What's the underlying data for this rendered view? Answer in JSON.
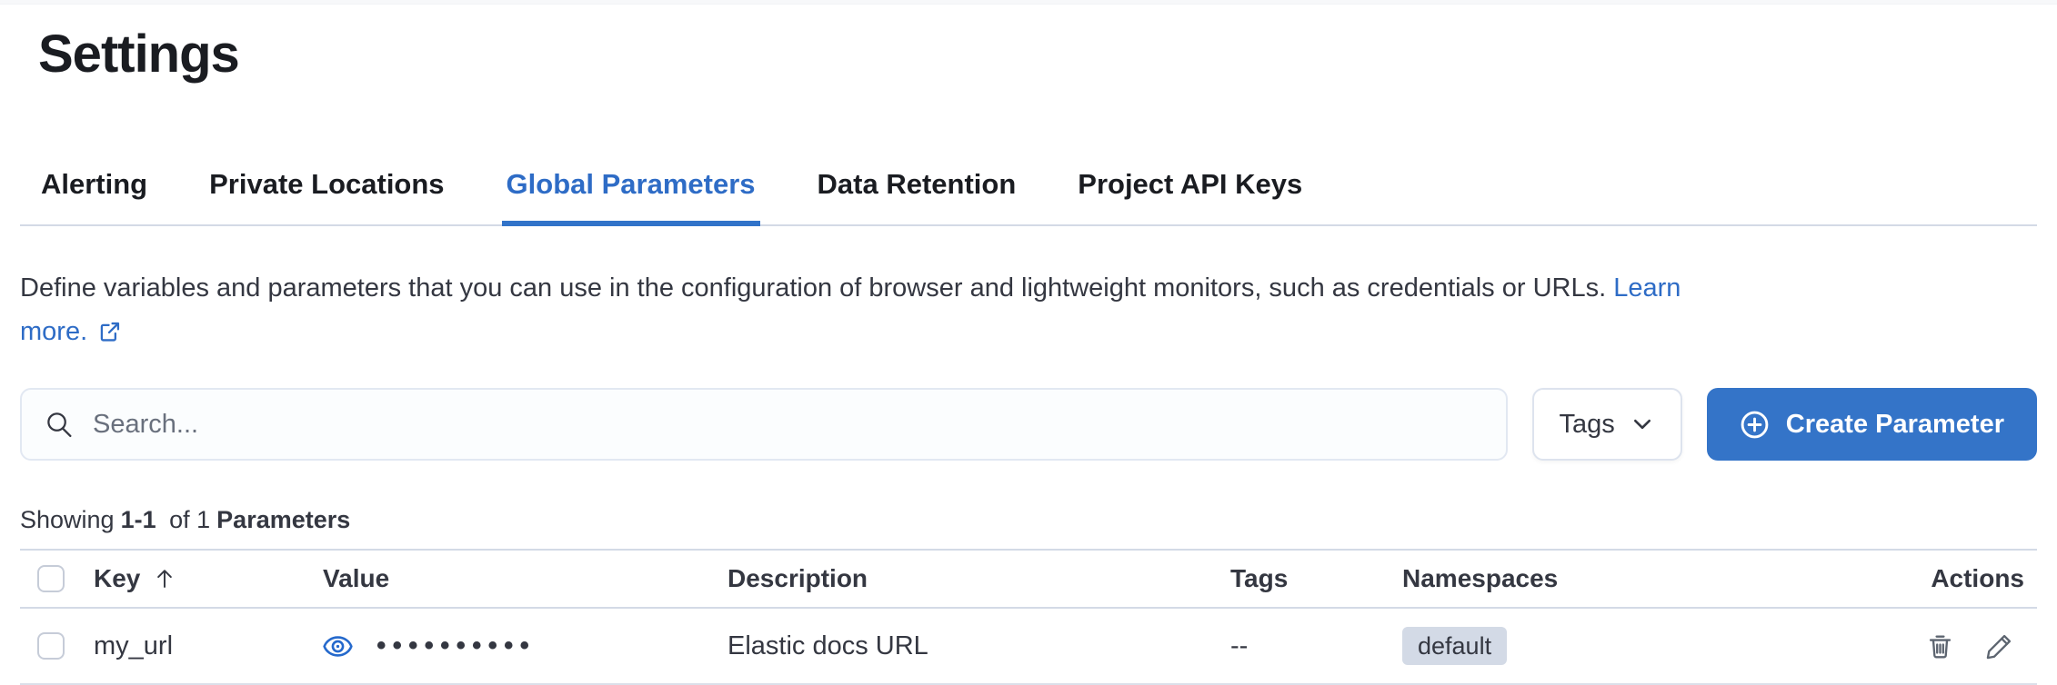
{
  "page_title": "Settings",
  "tabs": [
    {
      "label": "Alerting",
      "active": false
    },
    {
      "label": "Private Locations",
      "active": false
    },
    {
      "label": "Global Parameters",
      "active": true
    },
    {
      "label": "Data Retention",
      "active": false
    },
    {
      "label": "Project API Keys",
      "active": false
    }
  ],
  "description": {
    "text": "Define variables and parameters that you can use in the configuration of browser and lightweight monitors, such as credentials or URLs.",
    "link_label_part1": "Learn",
    "link_label_part2": "more.",
    "link_icon": "external-link-icon"
  },
  "toolbar": {
    "search_placeholder": "Search...",
    "search_icon": "search-icon",
    "tags_label": "Tags",
    "tags_icon": "chevron-down-icon",
    "create_label": "Create Parameter",
    "create_icon": "plus-in-circle-icon"
  },
  "summary": {
    "showing_label": "Showing",
    "range": "1-1",
    "of_label": "of 1",
    "entity": "Parameters"
  },
  "table": {
    "columns": [
      {
        "label": "Key",
        "sorted": "ascending",
        "sort_icon": "sort-ascending-arrow-icon"
      },
      {
        "label": "Value"
      },
      {
        "label": "Description"
      },
      {
        "label": "Tags"
      },
      {
        "label": "Namespaces"
      },
      {
        "label": "Actions"
      }
    ],
    "rows": [
      {
        "key": "my_url",
        "value_masked": "••••••••••",
        "value_icon": "eye-icon",
        "description": "Elastic docs URL",
        "tags": "--",
        "namespace": "default",
        "actions": [
          "delete",
          "edit"
        ]
      }
    ]
  },
  "colors": {
    "accent_blue": "#3474c8",
    "link_blue": "#2e6cc6",
    "text": "#343741",
    "title": "#1a1c21",
    "border": "#d3dae6",
    "badge_bg": "#d3dae6",
    "icon_gray": "#5d6570"
  }
}
